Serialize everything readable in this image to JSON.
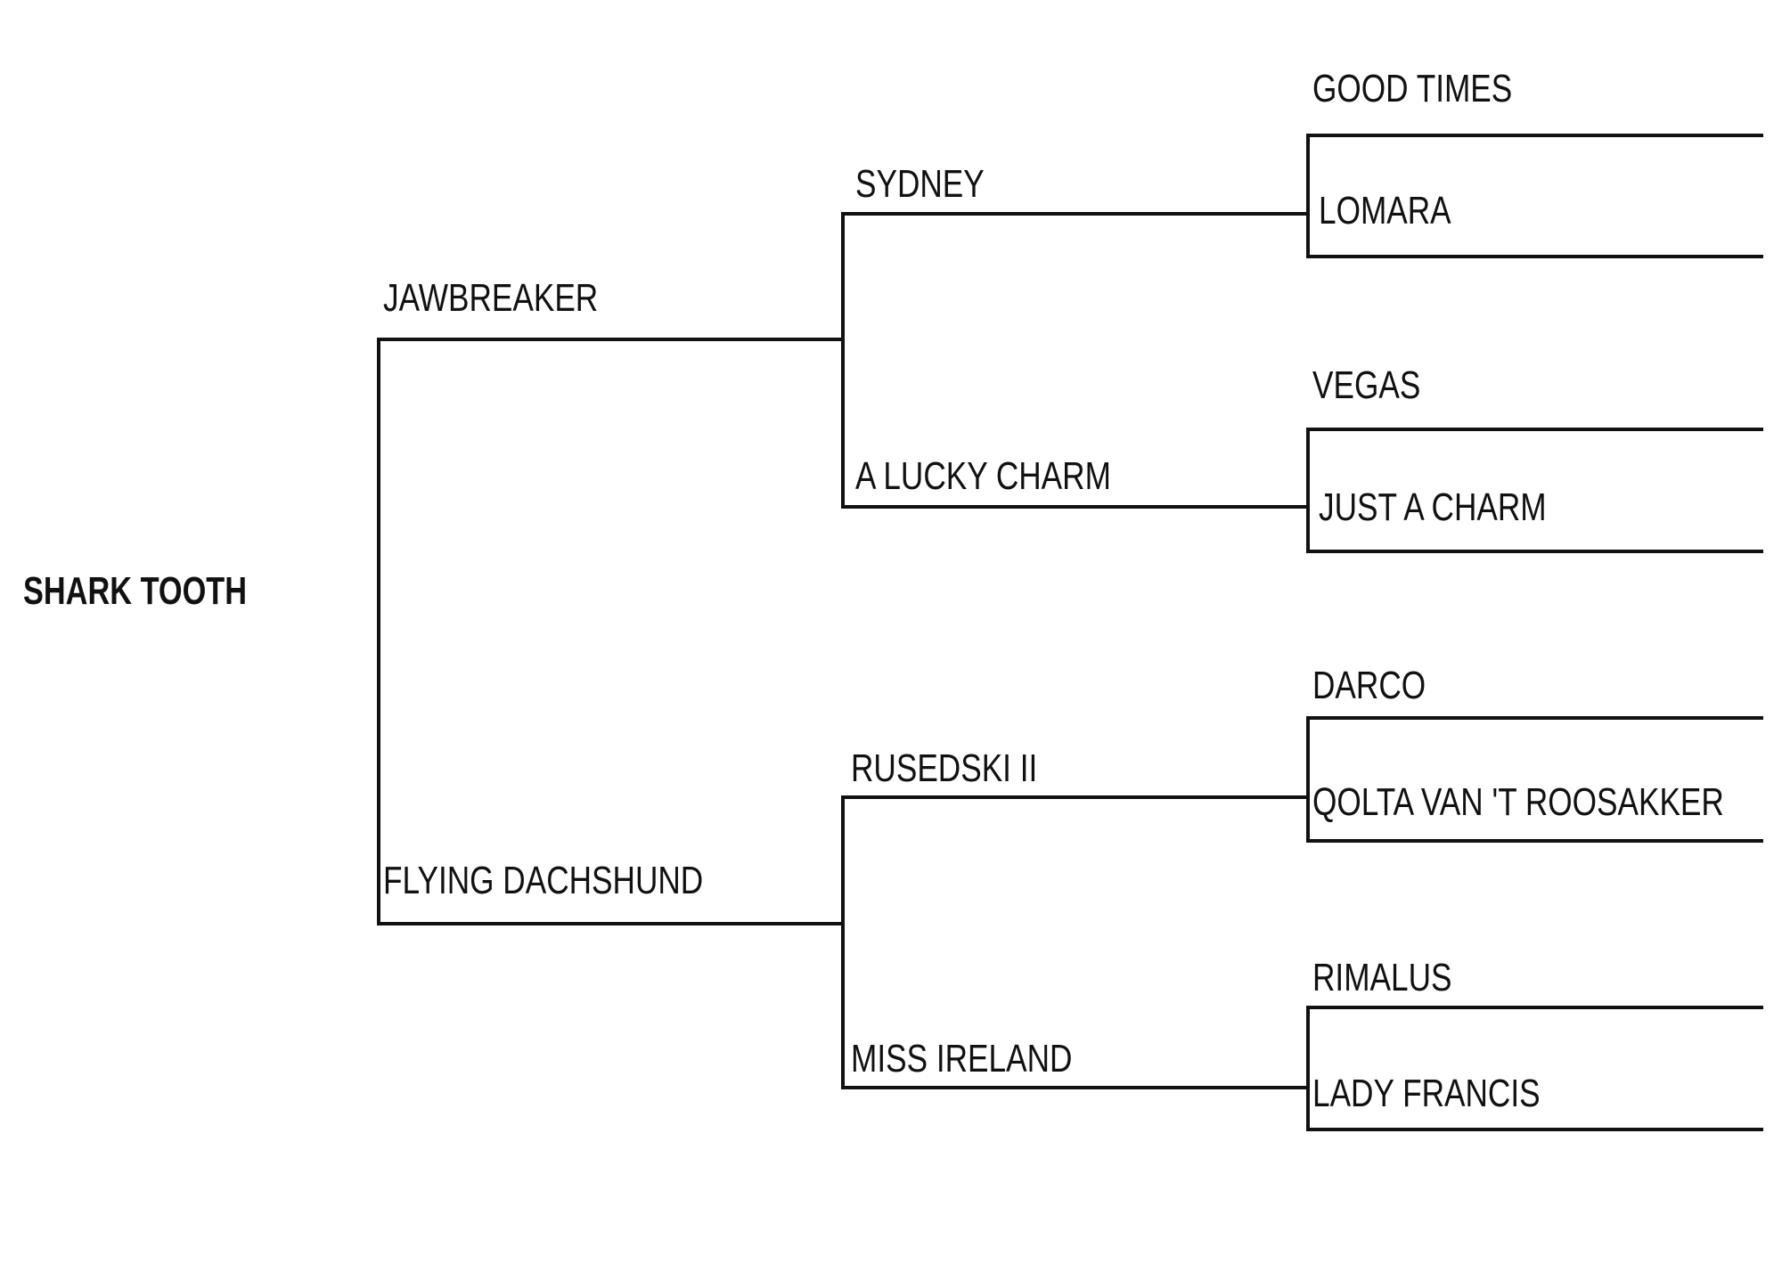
{
  "pedigree": {
    "subject": "SHARK TOOTH",
    "sire": "JAWBREAKER",
    "dam": "FLYING DACHSHUND",
    "sire_sire": "SYDNEY",
    "sire_dam": "A LUCKY CHARM",
    "dam_sire": "RUSEDSKI II",
    "dam_dam": "MISS IRELAND",
    "ggp": [
      "GOOD TIMES",
      "LOMARA",
      "VEGAS",
      "JUST A CHARM",
      "DARCO",
      "QOLTA VAN 'T ROOSAKKER",
      "RIMALUS",
      "LADY FRANCIS"
    ]
  },
  "colors": {
    "line": "#111111",
    "text": "#111111",
    "background": "#ffffff"
  }
}
